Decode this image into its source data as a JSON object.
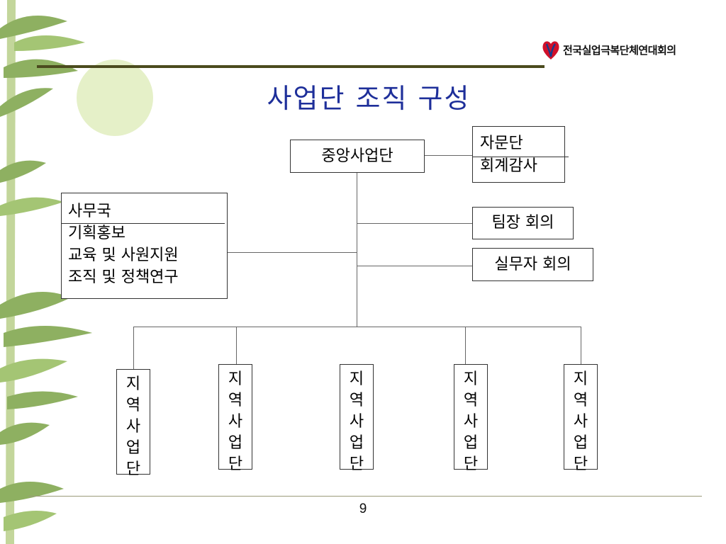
{
  "logo": {
    "text": "전국실업극복단체연대회의",
    "brand_color": "#d0102a",
    "accent_color": "#1a3a8a"
  },
  "title": "사업단 조직 구성",
  "central": {
    "label": "중앙사업단"
  },
  "advisory": {
    "line1": "자문단",
    "line2": "회계감사"
  },
  "secretariat": {
    "header": "사무국",
    "items": [
      "기획홍보",
      "교육 및 사원지원",
      "조직 및 정책연구"
    ]
  },
  "meetings": {
    "team": "팀장 회의",
    "practical": "실무자 회의"
  },
  "regional": {
    "label_chars": [
      "지",
      "역",
      "사",
      "업",
      "단"
    ],
    "count": 5
  },
  "page_number": "9",
  "colors": {
    "title": "#1e2f9a",
    "rule": "#4b4b1e",
    "bamboo": "#6f9a3f",
    "moon": "#e5f0c8"
  }
}
